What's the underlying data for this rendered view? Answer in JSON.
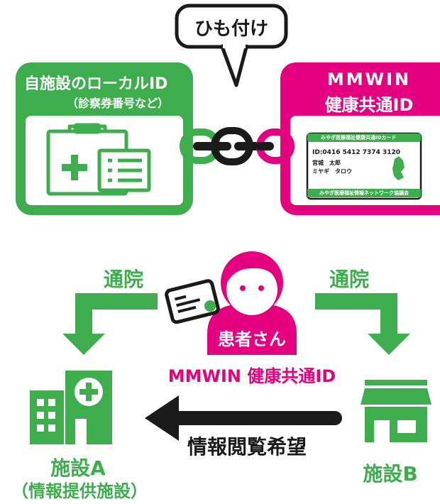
{
  "colors": {
    "green": "#3ead4e",
    "pink": "#e4007f",
    "black": "#1a1a1a",
    "face": "#ffffff"
  },
  "top": {
    "link_label": "ひも付け",
    "local_id": {
      "title": "自施設のローカルID",
      "subtitle": "（診察券番号など）",
      "icon": "clipboard-medical-record-icon"
    },
    "mmwin_id": {
      "title_line1": "MMWIN",
      "title_line2": "健康共通ID",
      "icon": "mmwin-id-card-icon"
    },
    "card": {
      "header": "みやぎ医療福祉健康共通IDカード",
      "id_line": "ID:0416 5412 7374 3120",
      "name_kanji": "宮城　太郎",
      "name_kana": "ミヤギ　タロウ",
      "footer": "みやぎ医療福祉情報ネットワーク協議会"
    }
  },
  "bottom": {
    "visit_left": "通院",
    "visit_right": "通院",
    "patient_label": "患者さん",
    "patient_id_label": "MMWIN 健康共通ID",
    "request_label": "情報閲覧希望",
    "facility_a": "施設A",
    "facility_a_note": "（情報提供施設）",
    "facility_b": "施設B"
  }
}
